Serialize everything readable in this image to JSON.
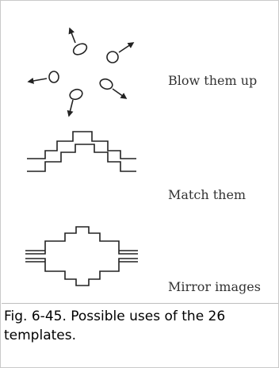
{
  "figure": {
    "panels": [
      {
        "label": "Blow them up"
      },
      {
        "label": "Match them"
      },
      {
        "label": "Mirror images"
      }
    ]
  },
  "caption": {
    "text": "Fig. 6-45.  Possible uses of the 26 templates."
  }
}
